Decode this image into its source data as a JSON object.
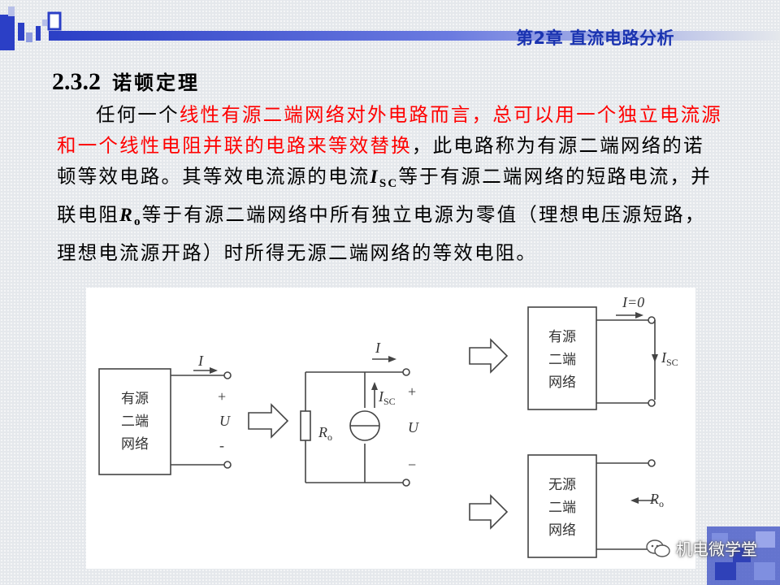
{
  "header": {
    "chapter_title": "第2章 直流电路分析"
  },
  "section": {
    "number": "2.3.2",
    "title": "诺顿定理"
  },
  "body": {
    "p1": "任何一个",
    "p2_red": "线性有源二端网络对外电路而言，总可以用一个独立电流源和一个线性电阻并联的电路来等效替换",
    "p3": "，此电路称为有源二端网络的诺顿等效电路。其等效电流源的电流",
    "isc_var": "I",
    "isc_sub": "SC",
    "p4": "等于有源二端网络的短路电流，并联电阻",
    "ro_var": "R",
    "ro_sub": "o",
    "p5": "等于有源二端网络中所有独立电源为零值（理想电压源短路，理想电流源开路）时所得无源二端网络的等效电阻。"
  },
  "figure": {
    "left_box": [
      "有源",
      "二端",
      "网络"
    ],
    "current_label": "I",
    "plus": "+",
    "minus": "-",
    "voltage_label": "U",
    "norton_current_label": "I",
    "norton_isc_var": "I",
    "norton_isc_sub": "SC",
    "norton_ro": "R",
    "norton_ro_sub": "o",
    "norton_plus": "+",
    "norton_minus": "−",
    "norton_u": "U",
    "top_box": [
      "有源",
      "二端",
      "网络"
    ],
    "top_current": "I=0",
    "top_isc_var": "I",
    "top_isc_sub": "SC",
    "bottom_box": [
      "无源",
      "二端",
      "网络"
    ],
    "bottom_ro": "R",
    "bottom_ro_sub": "o"
  },
  "watermark": {
    "text": "机电微学堂"
  },
  "colors": {
    "header_blue": "#1a33b0",
    "highlight_red": "#ff0000"
  }
}
